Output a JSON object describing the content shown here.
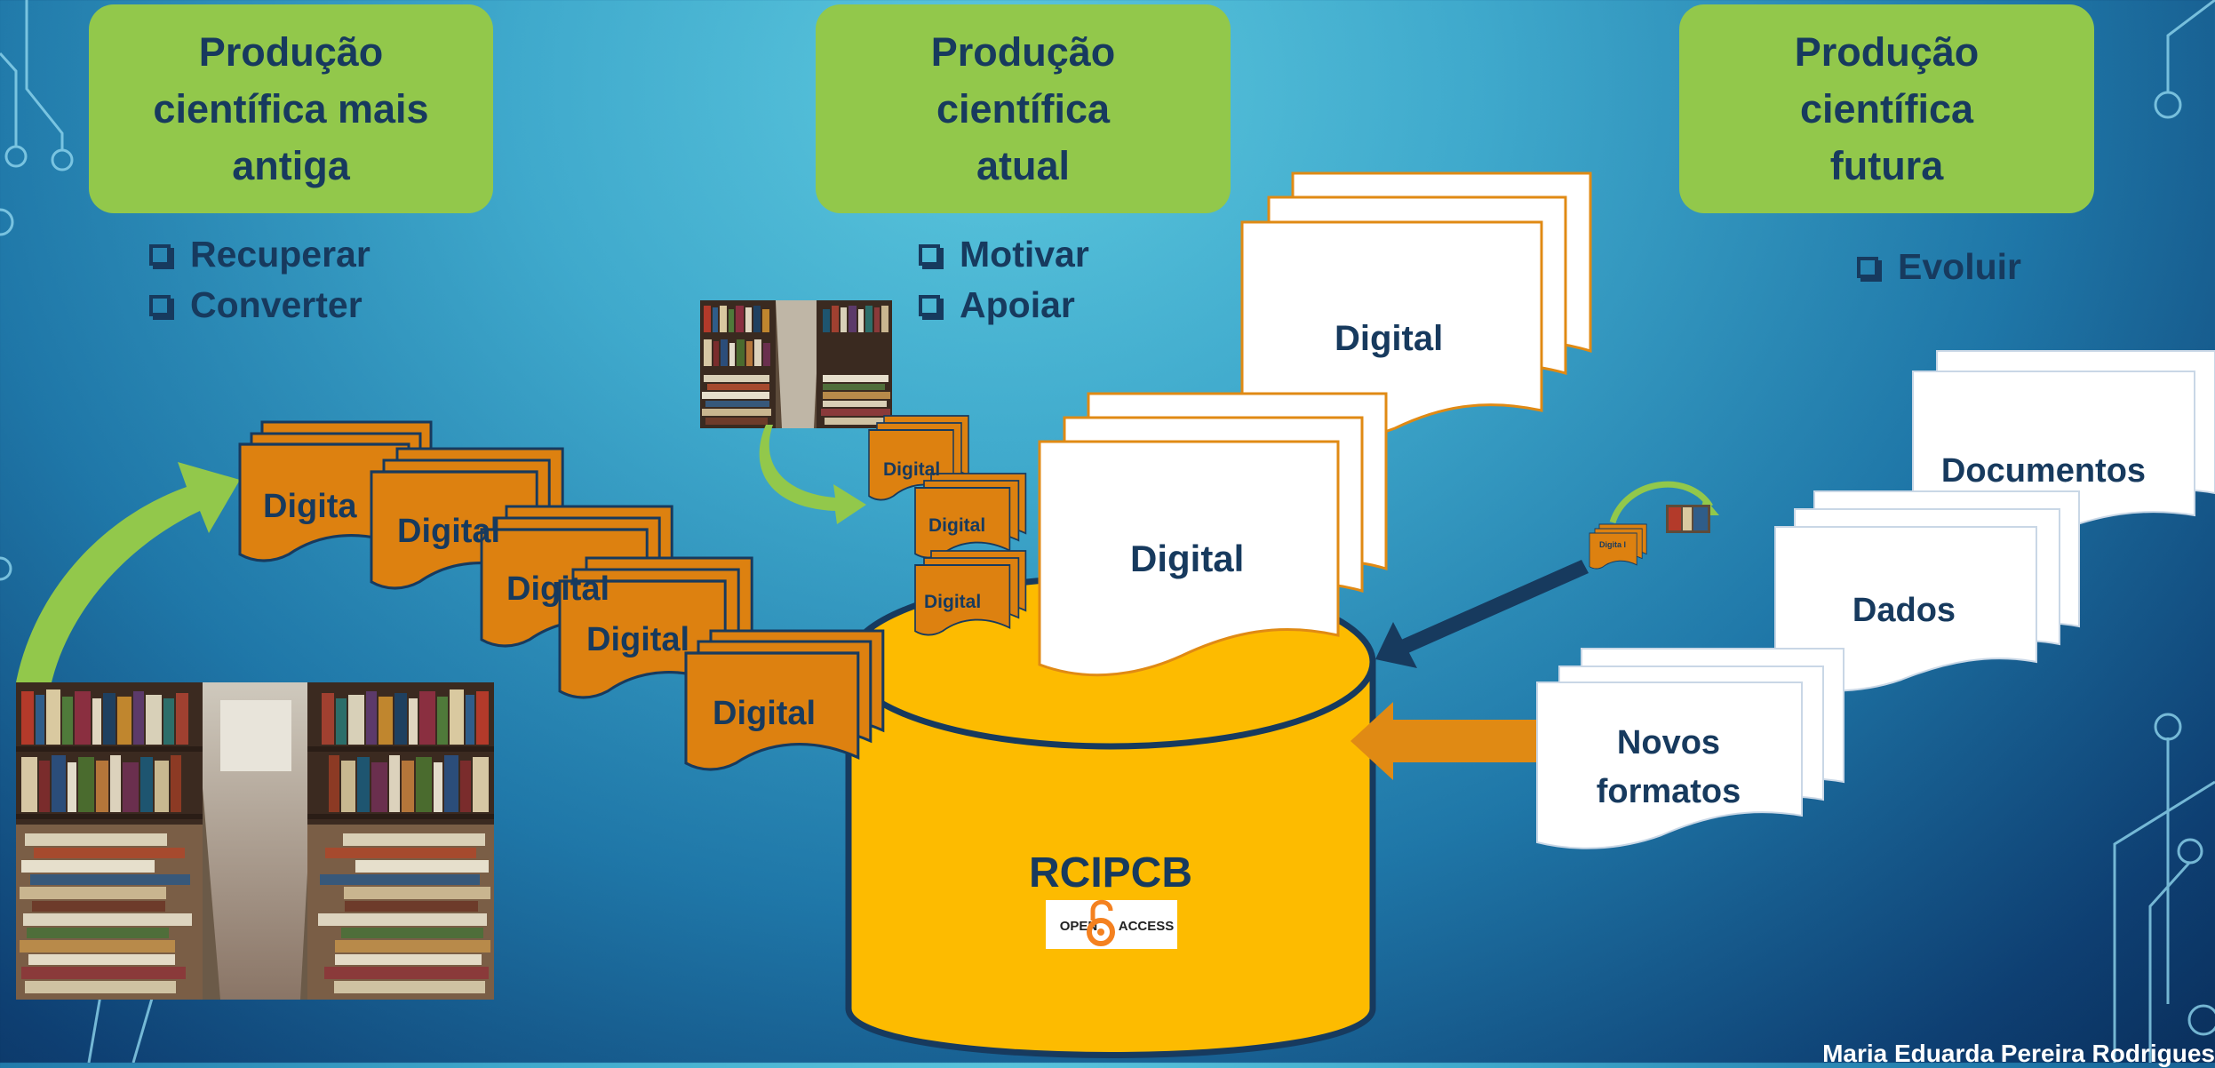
{
  "columns": [
    {
      "title_lines": [
        "Produção",
        "científica mais",
        "antiga"
      ],
      "bullets": [
        "Recuperar",
        "Converter"
      ]
    },
    {
      "title_lines": [
        "Produção",
        "científica",
        "atual"
      ],
      "bullets": [
        "Motivar",
        "Apoiar"
      ]
    },
    {
      "title_lines": [
        "Produção",
        "científica",
        "futura"
      ],
      "bullets": [
        "Evoluir"
      ]
    }
  ],
  "labels": {
    "digital": "Digital",
    "digital_partial": "Digita",
    "digital_tiny": "Digita l",
    "documentos": "Documentos",
    "dados": "Dados",
    "novos_formatos_lines": [
      "Novos",
      "formatos"
    ]
  },
  "repository": {
    "name": "RCIPCB",
    "badge_left": "OPEN",
    "badge_right": "ACCESS"
  },
  "credit": "Maria Eduarda Pereira Rodrigues",
  "colors": {
    "green": "#92c84b",
    "orange": "#dd8110",
    "gold": "#fdbb00",
    "navy": "#173a5e",
    "open_access_orange": "#f48120"
  }
}
